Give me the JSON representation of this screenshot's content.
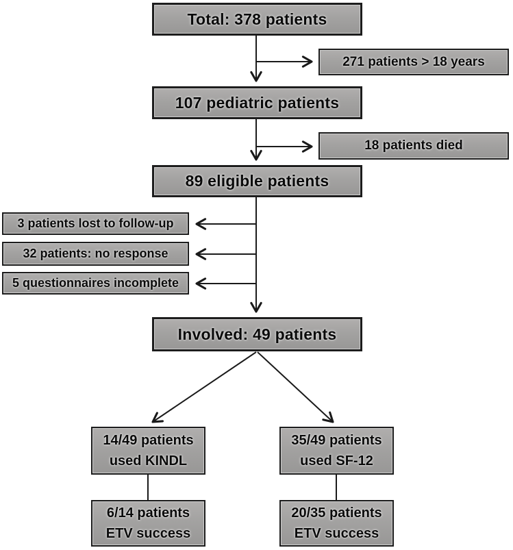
{
  "figure": {
    "type": "flowchart",
    "description": "Patient inclusion flow diagram"
  },
  "boxes": {
    "total": {
      "label": "Total: 378 patients"
    },
    "excluded_adults": {
      "label": "271 patients > 18 years"
    },
    "pediatric": {
      "label": "107 pediatric patients"
    },
    "died": {
      "label": "18 patients died"
    },
    "eligible": {
      "label": "89 eligible patients"
    },
    "lost_followup": {
      "label": "3 patients lost to follow-up"
    },
    "no_response": {
      "label": "32 patients: no response"
    },
    "incomplete": {
      "label": "5 questionnaires incomplete"
    },
    "involved": {
      "label": "Involved: 49 patients"
    },
    "kindl": {
      "label": "14/49 patients\nused KINDL"
    },
    "sf12": {
      "label": "35/49 patients\nused SF-12"
    },
    "kindl_etv": {
      "label": "6/14 patients\nETV success"
    },
    "sf12_etv": {
      "label": "20/35 patients\nETV success"
    }
  },
  "colors": {
    "background": "#ffffff",
    "box_fill": "#a3a2a1",
    "box_border": "#1d1d1d",
    "text": "#0a0a0a",
    "line": "#1a1a1a"
  }
}
